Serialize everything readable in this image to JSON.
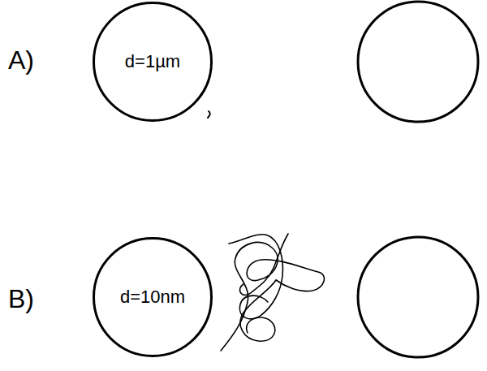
{
  "diagram": {
    "nodes": [
      {
        "text": [
          "d=1µm"
        ]
      },
      {
        "text": [
          "d=10nm"
        ]
      }
    ],
    "labels": [
      "A)",
      "B)"
    ]
  }
}
